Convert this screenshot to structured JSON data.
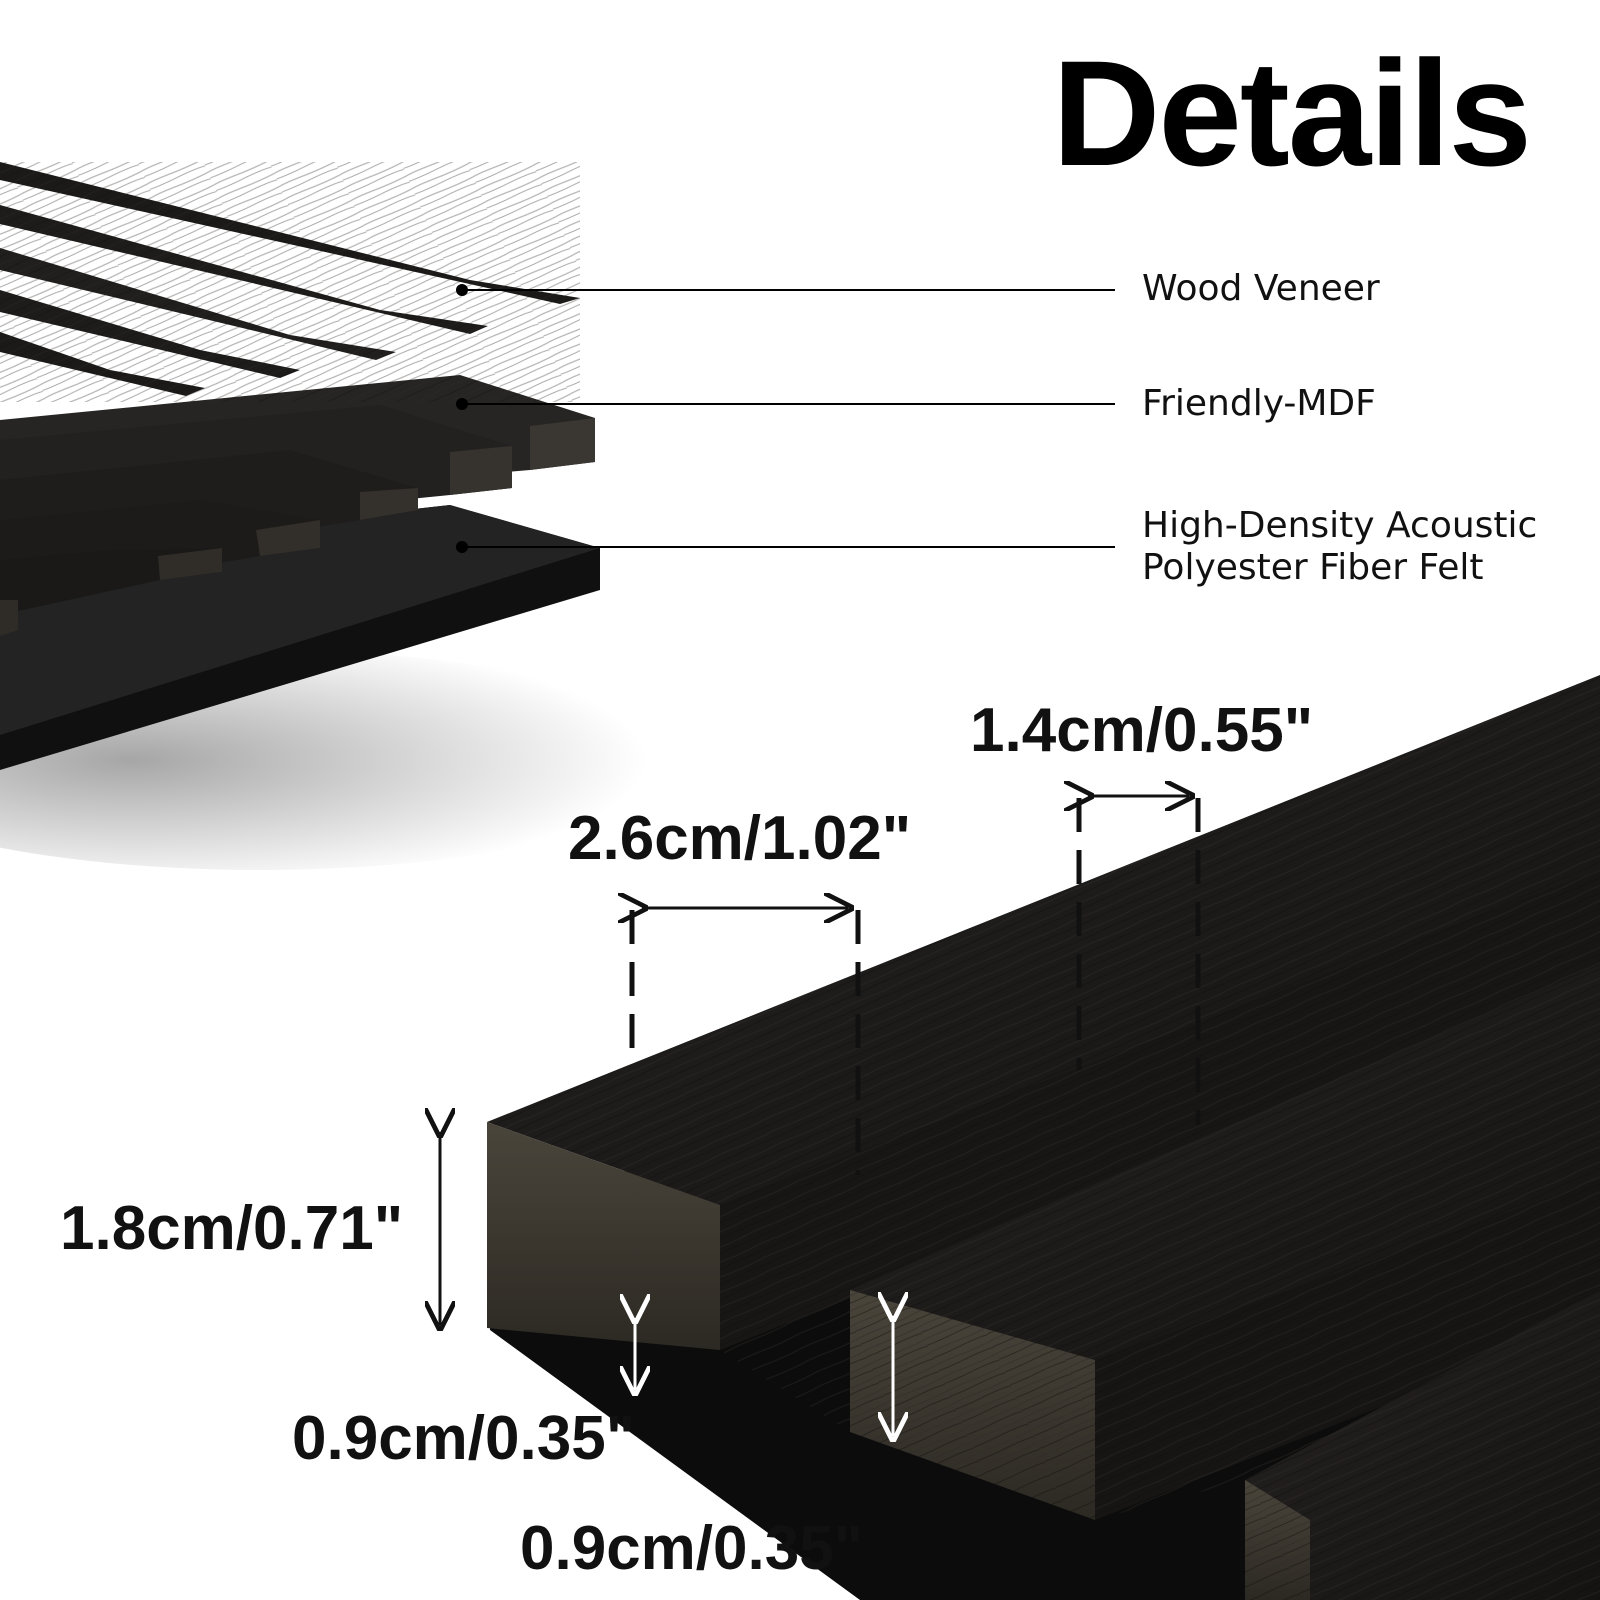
{
  "title": "Details",
  "layers": {
    "wood_veneer": "Wood Veneer",
    "mdf": "Friendly-MDF",
    "felt_line1": "High-Density Acoustic",
    "felt_line2": "Polyester Fiber Felt"
  },
  "dimensions": {
    "slat_gap": "1.4cm/0.55\"",
    "slat_width": "2.6cm/1.02\"",
    "total_height": "1.8cm/0.71\"",
    "felt_thickness": "0.9cm/0.35\"",
    "mdf_thickness": "0.9cm/0.35\""
  },
  "colors": {
    "background": "#ffffff",
    "text": "#111111",
    "wood": "#1a1817",
    "mdf_edge": "#3b362e",
    "felt": "#0d0d0d"
  }
}
